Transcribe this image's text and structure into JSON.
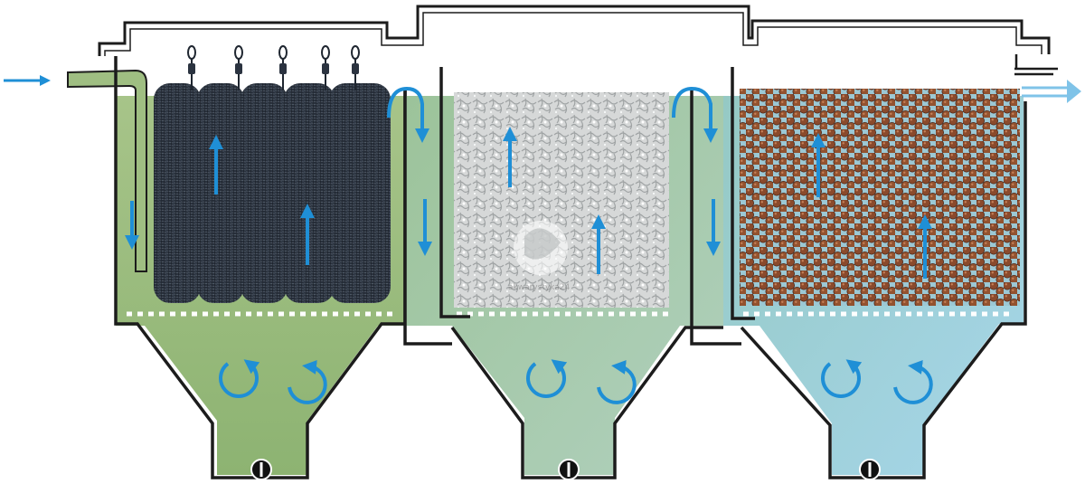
{
  "watermark": {
    "text": "akwarystyka24"
  },
  "colors": {
    "chamber1_water": "#9fbe82",
    "chamber2_water": "#a9cbb0",
    "chamber3_water": "#9fd0df",
    "outline": "#1c1c1c",
    "flow_arrow": "#1f8fd6",
    "brush": "#2b3340",
    "sponge": "#d4d6d6",
    "bio_balls": "#8b4a2b"
  },
  "chambers": [
    {
      "media": "brush-filters",
      "brush_count": 5,
      "drain": "drain-valve-icon"
    },
    {
      "media": "filter-sponge",
      "drain": "drain-valve-icon"
    },
    {
      "media": "bio-balls",
      "drain": "drain-valve-icon"
    }
  ]
}
